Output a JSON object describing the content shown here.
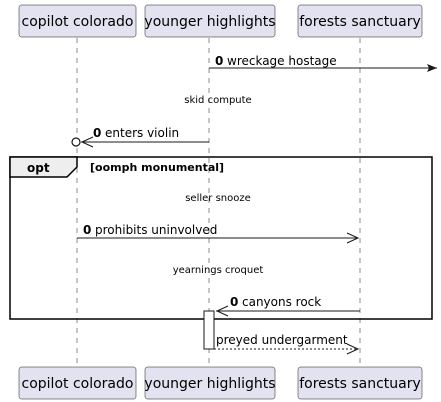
{
  "participants": {
    "copilot": "copilot colorado",
    "younger": "younger highlights",
    "forests": "forests sanctuary"
  },
  "messages": {
    "m1": {
      "number": "0",
      "text": "wreckage hostage"
    },
    "m2": {
      "number": "0",
      "text": "enters violin"
    },
    "m3": {
      "number": "0",
      "text": "prohibits uninvolved"
    },
    "m4": {
      "number": "0",
      "text": "canyons rock"
    },
    "m5": {
      "text": "preyed undergarment"
    }
  },
  "dividers": {
    "d1": "skid compute",
    "d2": "seller snooze",
    "d3": "yearnings croquet"
  },
  "fragment": {
    "keyword": "opt",
    "condition": "[oomph monumental]"
  }
}
